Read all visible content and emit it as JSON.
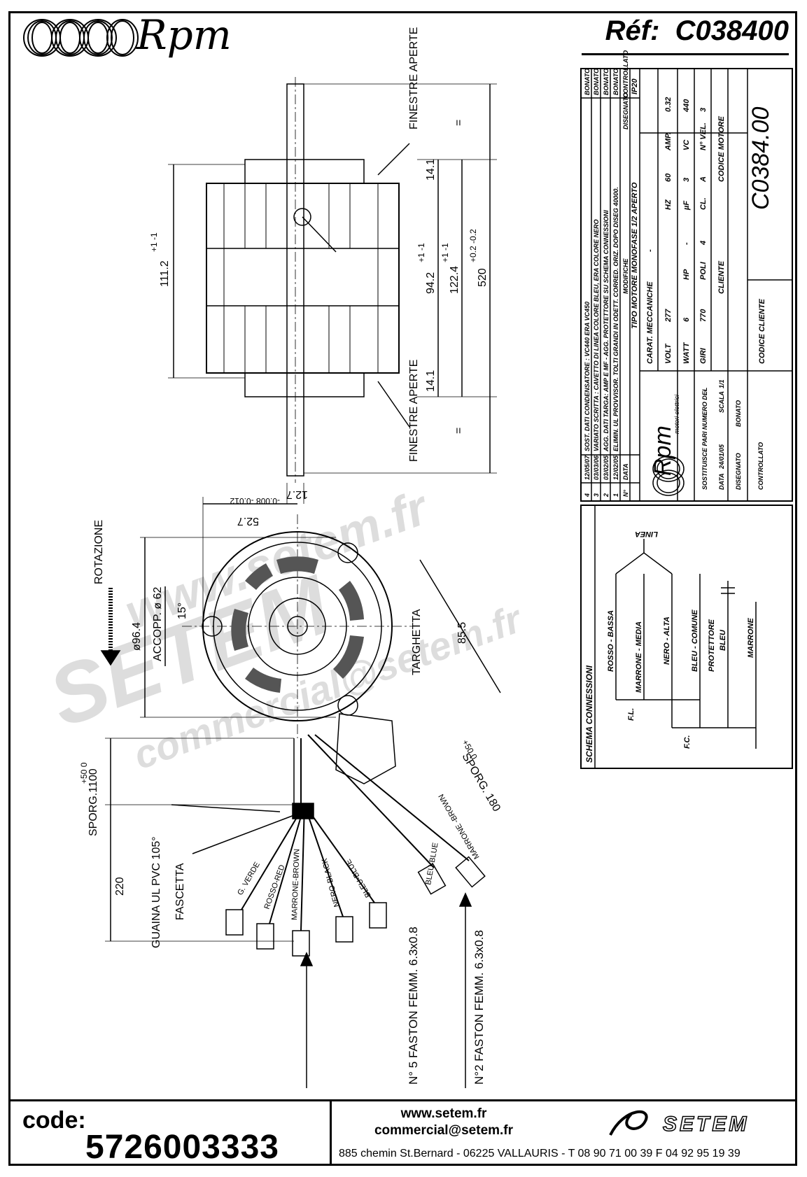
{
  "header": {
    "brand": "Rpm",
    "ref_label": "Réf:",
    "ref_value": "C038400"
  },
  "footer": {
    "code_label": "code:",
    "code_value": "5726003333",
    "website": "www.setem.fr",
    "email": "commercial@setem.fr",
    "address": "885 chemin St.Bernard  -  06225 VALLAURIS  -  T 08 90 71 00 39  F 04 92 95 19 39",
    "company": "SETEM"
  },
  "drawing": {
    "side_view": {
      "window_label_top": "FINESTRE APERTE",
      "window_label_bottom": "FINESTRE APERTE",
      "dim_total_height": "111.2",
      "dim_total_height_tol": "+1 -1",
      "dim_body": "94.2",
      "dim_body_tol": "+1 -1",
      "dim_total": "122.4",
      "dim_total_tol": "+1 -1",
      "dim_length": "520",
      "dim_length_tol": "+0.2 -0.2",
      "dim_offset_top": "14.1",
      "dim_offset_bottom": "14.1",
      "equal_mark": "="
    },
    "front_view": {
      "shaft_dia": "12.7",
      "shaft_tol": "-0.008 -0.012",
      "dim_527": "52.7",
      "rotation": "ROTAZIONE",
      "dia_964": "ø96.4",
      "accopp": "ACCOPP. ø 62",
      "angle": "15°",
      "tab": "TARGHETTA",
      "dim_855": "85.5",
      "sporg_180": "SPORG. 180",
      "sporg_180_tol": "+50 0",
      "sporg_1100": "SPORG.1100",
      "sporg_1100_tol": "+50 0",
      "dim_220": "220",
      "sheath": "GUAINA UL PVC 105°",
      "clamp": "FASCETTA",
      "wire_green": "G. VERDE",
      "wire_red": "ROSSO-RED",
      "wire_brown": "MARRONE-BROWN",
      "wire_black": "NERO-BLACK",
      "wire_blue": "BLEU-BLUE",
      "wire_blue2": "BLEU-BLUE",
      "wire_brown2": "MARRONE -BROWN",
      "faston5": "N° 5 FASTON FEMM. 6.3x0.8",
      "faston2": "N°2 FASTON FEMM. 6.3x0.8"
    }
  },
  "titleblock": {
    "revisions": [
      {
        "n": "4",
        "date": "12/05/07",
        "text": "SOST. DATI CONDENSATORE : VC440 ERA VC450",
        "by": "BONATO"
      },
      {
        "n": "3",
        "date": "03/03/06",
        "text": "VARIATO SCRITTA : CAVETTO DI LINEA COLORE BLEU, ERA COLORE NERO",
        "by": "BONATO"
      },
      {
        "n": "2",
        "date": "03/02/05",
        "text": "AGG. DATI TARGA: AMP E MF - AGG. PROTETTORE SU SCHEMA CONNESSIONI",
        "by": "BONATO"
      },
      {
        "n": "1",
        "date": "12/02/05",
        "text": "ELIMIN. UL PROVVISOR. TOLTI GRANDI IN ODETT. CORRED. ORIZ. DOPO DISEG 40000.",
        "by": "BONATO"
      }
    ],
    "col_n": "N°",
    "col_date": "DATA",
    "col_mod": "MODIFICHE",
    "col_drawn": "DISEGNATO",
    "col_check": "CONTROLLATO",
    "brand": "Rpm",
    "brand_sub": "motori elettrici",
    "motor_type_label": "TIPO MOTORE",
    "motor_type": "MONOFASE 1/2 APERTO",
    "protection": "IP20",
    "mech_label": "CARAT. MECCANICHE",
    "mech_value": "-",
    "volt_label": "VOLT",
    "volt": "277",
    "hz_label": "HZ",
    "hz": "60",
    "amp_label": "AMP.",
    "amp": "0.32",
    "watt_label": "WATT",
    "watt": "6",
    "hp_label": "HP",
    "hp": "-",
    "uf_label": "µF",
    "uf": "3",
    "vc_label": "VC",
    "vc": "440",
    "giri_label": "GIRI",
    "giri": "770",
    "poli_label": "POLI",
    "poli": "4",
    "cl_label": "CL.",
    "cl": "A",
    "vel_label": "N° VEL.",
    "vel": "3",
    "client_label": "CLIENTE",
    "motor_code_label": "CODICE MOTORE",
    "motor_code": "C0384.00",
    "client_code_label": "CODICE CLIENTE",
    "replaces_label": "SOSTITUISCE PARI NUMERO DEL",
    "replaces_value": "-",
    "date_label": "DATA",
    "date_value": "24/01/05",
    "scale_label": "SCALA",
    "scale_value": "1/1",
    "drawn_label": "DISEGNATO",
    "drawn_value": "BONATO",
    "checked_label": "CONTROLLATO"
  },
  "schema": {
    "title": "SCHEMA CONNESSIONI",
    "line": "LINEA",
    "red": "ROSSO - BASSA",
    "brown_med": "MARRONE - MEDIA",
    "black_high": "NERO - ALTA",
    "blue_common": "BLEU - COMUNE",
    "protector": "PROTETTORE",
    "blue": "BLEU",
    "brown": "MARRONE",
    "fl": "F.L.",
    "fc": "F.C."
  },
  "watermark": {
    "w1": "www.setem.fr",
    "w2": "SETEM",
    "w3": "commercial@setem.fr"
  }
}
